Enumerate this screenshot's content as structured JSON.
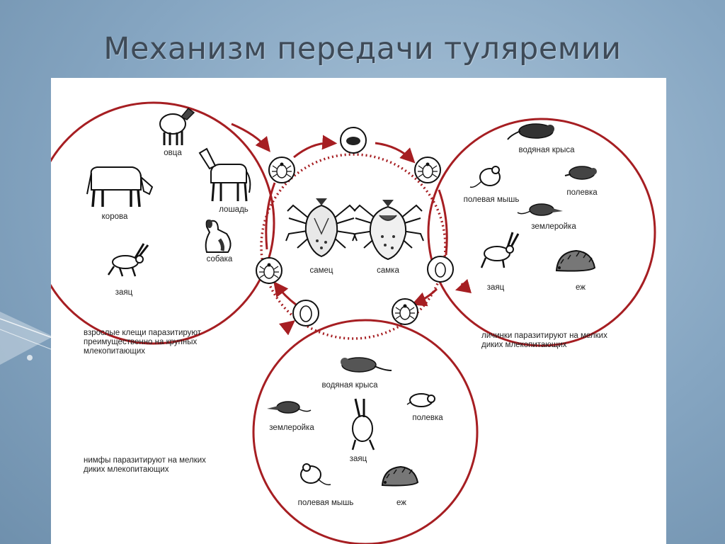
{
  "title": "Механизм передачи туляремии",
  "colors": {
    "background": "#86a6c2",
    "circle": "#a61e22",
    "panel": "#ffffff",
    "text": "#222222"
  },
  "hosts_large": {
    "note": "взрослые клещи паразитируют\nпреимущественно на крупных\nмлекопитающих",
    "animals": [
      {
        "icon": "sheep-icon",
        "label": "овца"
      },
      {
        "icon": "cow-icon",
        "label": "корова"
      },
      {
        "icon": "horse-icon",
        "label": "лошадь"
      },
      {
        "icon": "dog-icon",
        "label": "собака"
      },
      {
        "icon": "hare-icon",
        "label": "заяц"
      }
    ]
  },
  "hosts_larvae": {
    "note": "личинки паразитируют на мелких\nдиких млекопитающих",
    "animals": [
      {
        "icon": "water-rat-icon",
        "label": "водяная крыса"
      },
      {
        "icon": "field-mouse-icon",
        "label": "полевая мышь"
      },
      {
        "icon": "vole-icon",
        "label": "полевка"
      },
      {
        "icon": "shrew-icon",
        "label": "землеройка"
      },
      {
        "icon": "hare-icon",
        "label": "заяц"
      },
      {
        "icon": "hedgehog-icon",
        "label": "еж"
      }
    ]
  },
  "hosts_nymphs": {
    "note": "нимфы паразитируют на мелких\nдиких млекопитающих",
    "animals": [
      {
        "icon": "water-rat-icon",
        "label": "водяная крыса"
      },
      {
        "icon": "shrew-icon",
        "label": "землеройка"
      },
      {
        "icon": "vole-icon",
        "label": "полевка"
      },
      {
        "icon": "hare-icon",
        "label": "заяц"
      },
      {
        "icon": "field-mouse-icon",
        "label": "полевая мышь"
      },
      {
        "icon": "hedgehog-icon",
        "label": "еж"
      }
    ]
  },
  "ticks": {
    "male": "самец",
    "female": "самка"
  }
}
